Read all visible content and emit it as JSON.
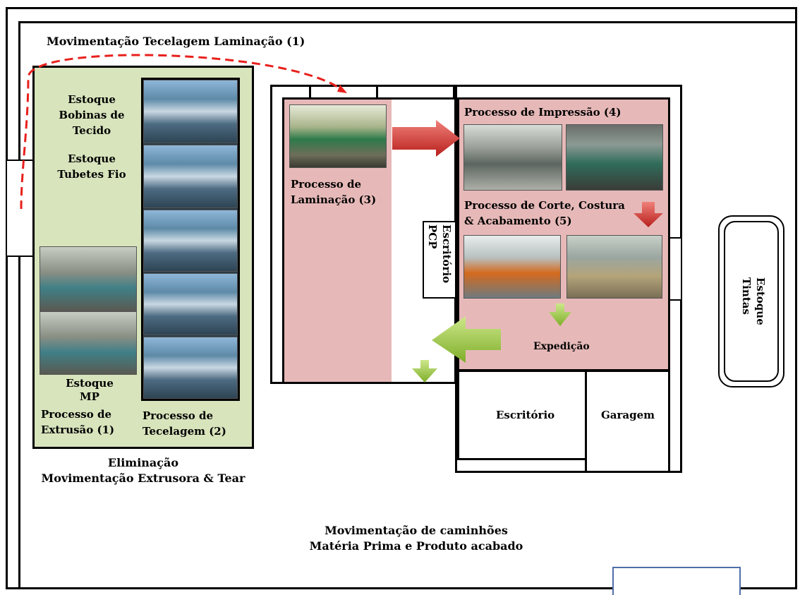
{
  "title_top": "Movimentação Tecelagem Laminação (1)",
  "left_zone": {
    "estoque_bobinas": [
      "Estoque",
      "Bobinas de",
      "Tecido"
    ],
    "estoque_tubetes": [
      "Estoque",
      "Tubetes  Fio"
    ],
    "estoque_mp": [
      "Estoque",
      "MP"
    ],
    "extrusao": [
      "Processo de",
      "Extrusão  (1)"
    ],
    "tecelagem": [
      "Processo de",
      "Tecelagem  (2)"
    ]
  },
  "eliminacao": [
    "Eliminação",
    "Movimentação Extrusora & Tear"
  ],
  "laminacao": [
    "Processo de",
    "Laminação  (3)"
  ],
  "escritorio_pcp": [
    "Escritório",
    "PCP"
  ],
  "impressao": "Processo de Impressão (4)",
  "corte": [
    "Processo de Corte, Costura",
    "& Acabamento  (5)"
  ],
  "expedicao": "Expedição",
  "escritorio": "Escritório",
  "garagem": "Garagem",
  "estoque_tintas": [
    "Estoque",
    "Tintas"
  ],
  "caminhoes": [
    "Movimentação de caminhões",
    "Matéria Prima e Produto acabado"
  ],
  "colors": {
    "green_zone": "#d8e4bc",
    "pink_zone": "#e6b9b8",
    "red_arrow": "#d9302b",
    "green_arrow": "#9bc83c",
    "dashed_red": "#e8201c",
    "blue_line": "#4f6fa8"
  }
}
